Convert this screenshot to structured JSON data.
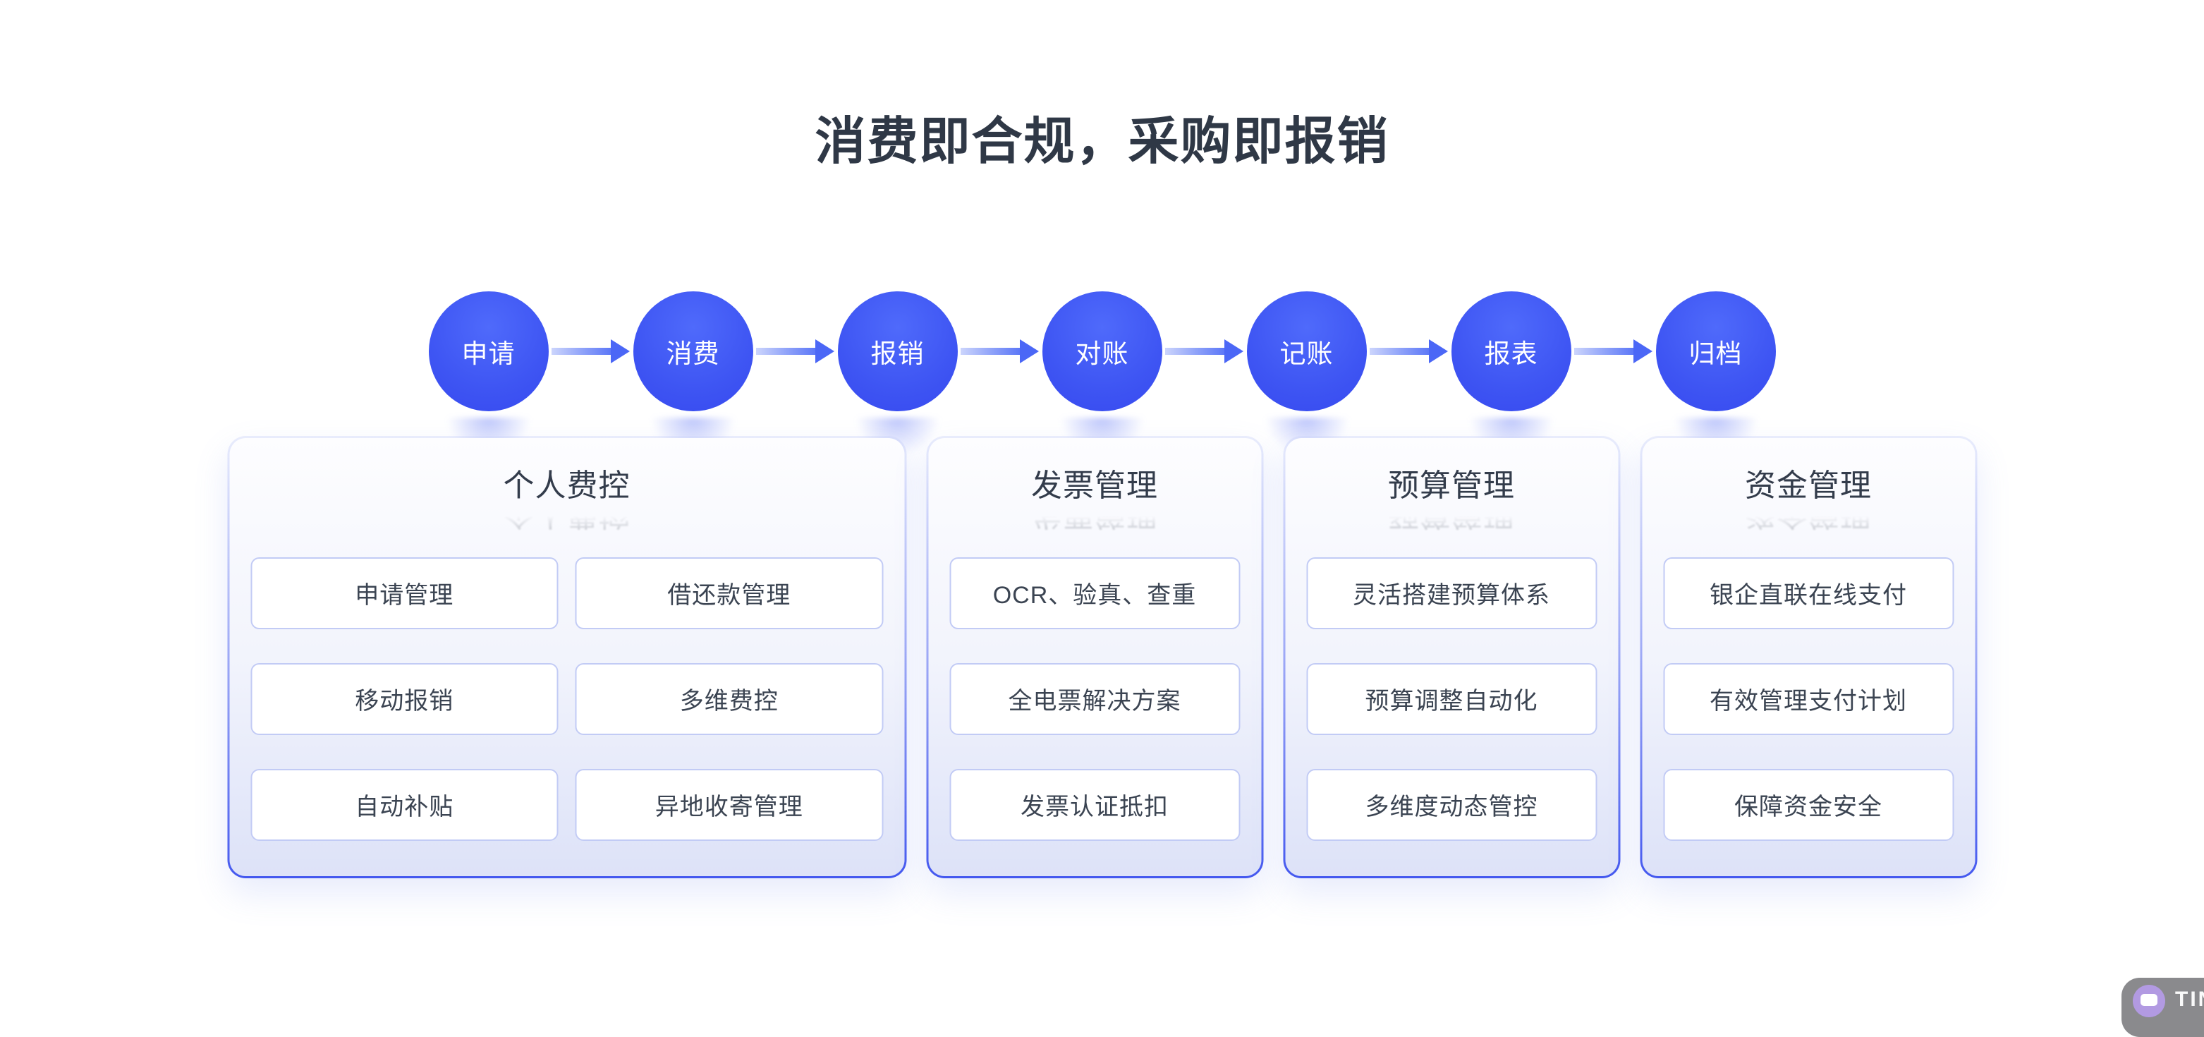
{
  "page": {
    "title": "消费即合规，采购即报销"
  },
  "flow": {
    "steps": [
      "申请",
      "消费",
      "报销",
      "对账",
      "记账",
      "报表",
      "归档"
    ]
  },
  "cards": [
    {
      "title": "个人费控",
      "items": [
        "申请管理",
        "借还款管理",
        "移动报销",
        "多维费控",
        "自动补贴",
        "异地收寄管理"
      ]
    },
    {
      "title": "发票管理",
      "items": [
        "OCR、验真、查重",
        "全电票解决方案",
        "发票认证抵扣"
      ]
    },
    {
      "title": "预算管理",
      "items": [
        "灵活搭建预算体系",
        "预算调整自动化",
        "多维度动态管控"
      ]
    },
    {
      "title": "资金管理",
      "items": [
        "银企直联在线支付",
        "有效管理支付计划",
        "保障资金安全"
      ]
    }
  ],
  "watermark": {
    "text": "TIN"
  },
  "colors": {
    "accent_blue": "#4059f2",
    "circle_gradient_start": "#4f6afb",
    "circle_gradient_end": "#3749ef",
    "arrow_shaft_start": "#ccd5fc",
    "arrow_shaft_end": "#5d78f7",
    "heading_text": "#2f3846",
    "card_title_text": "#333c4b",
    "card_bg_bottom": "#dde2f8",
    "card_border_bottom": "#4458ef",
    "item_border": "#c2cbf5",
    "item_text": "#3b4452",
    "watermark_gray": "#8a8a8d",
    "watermark_purple": "#b29ae2"
  }
}
